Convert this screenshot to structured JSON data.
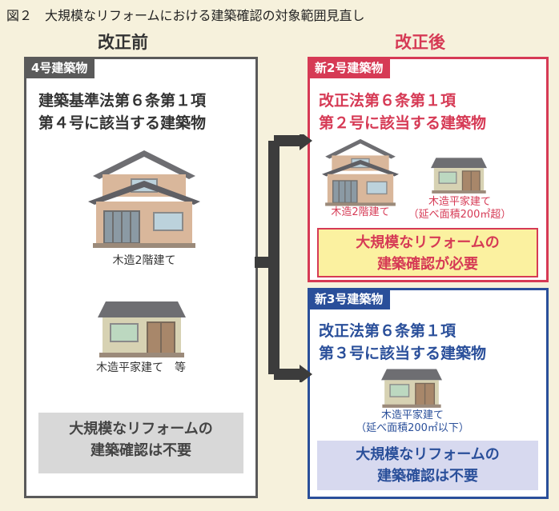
{
  "title": "図２　大規模なリフォームにおける建築確認の対象範囲見直し",
  "before": {
    "header": "改正前",
    "tag": "4号建築物",
    "law_line1": "建築基準法第６条第１項",
    "law_line2": "第４号に該当する建築物",
    "house1_caption": "木造2階建て",
    "house2_caption": "木造平家建て　等",
    "result_line1": "大規模なリフォームの",
    "result_line2": "建築確認は不要"
  },
  "after": {
    "header": "改正後",
    "new2": {
      "tag": "新2号建築物",
      "law_line1": "改正法第６条第１項",
      "law_line2": "第２号に該当する建築物",
      "house1_caption": "木造2階建て",
      "house2_caption_line1": "木造平家建て",
      "house2_caption_line2": "（延べ面積200㎡超）",
      "result_line1": "大規模なリフォームの",
      "result_line2": "建築確認が必要"
    },
    "new3": {
      "tag": "新3号建築物",
      "law_line1": "改正法第６条第１項",
      "law_line2": "第３号に該当する建築物",
      "house_caption_line1": "木造平家建て",
      "house_caption_line2": "（延べ面積200㎡以下）",
      "result_line1": "大規模なリフォームの",
      "result_line2": "建築確認は不要"
    }
  },
  "colors": {
    "before": "#5a5a5a",
    "new2": "#d63a55",
    "new3": "#2a4f9a",
    "background": "#f6f1dc"
  }
}
